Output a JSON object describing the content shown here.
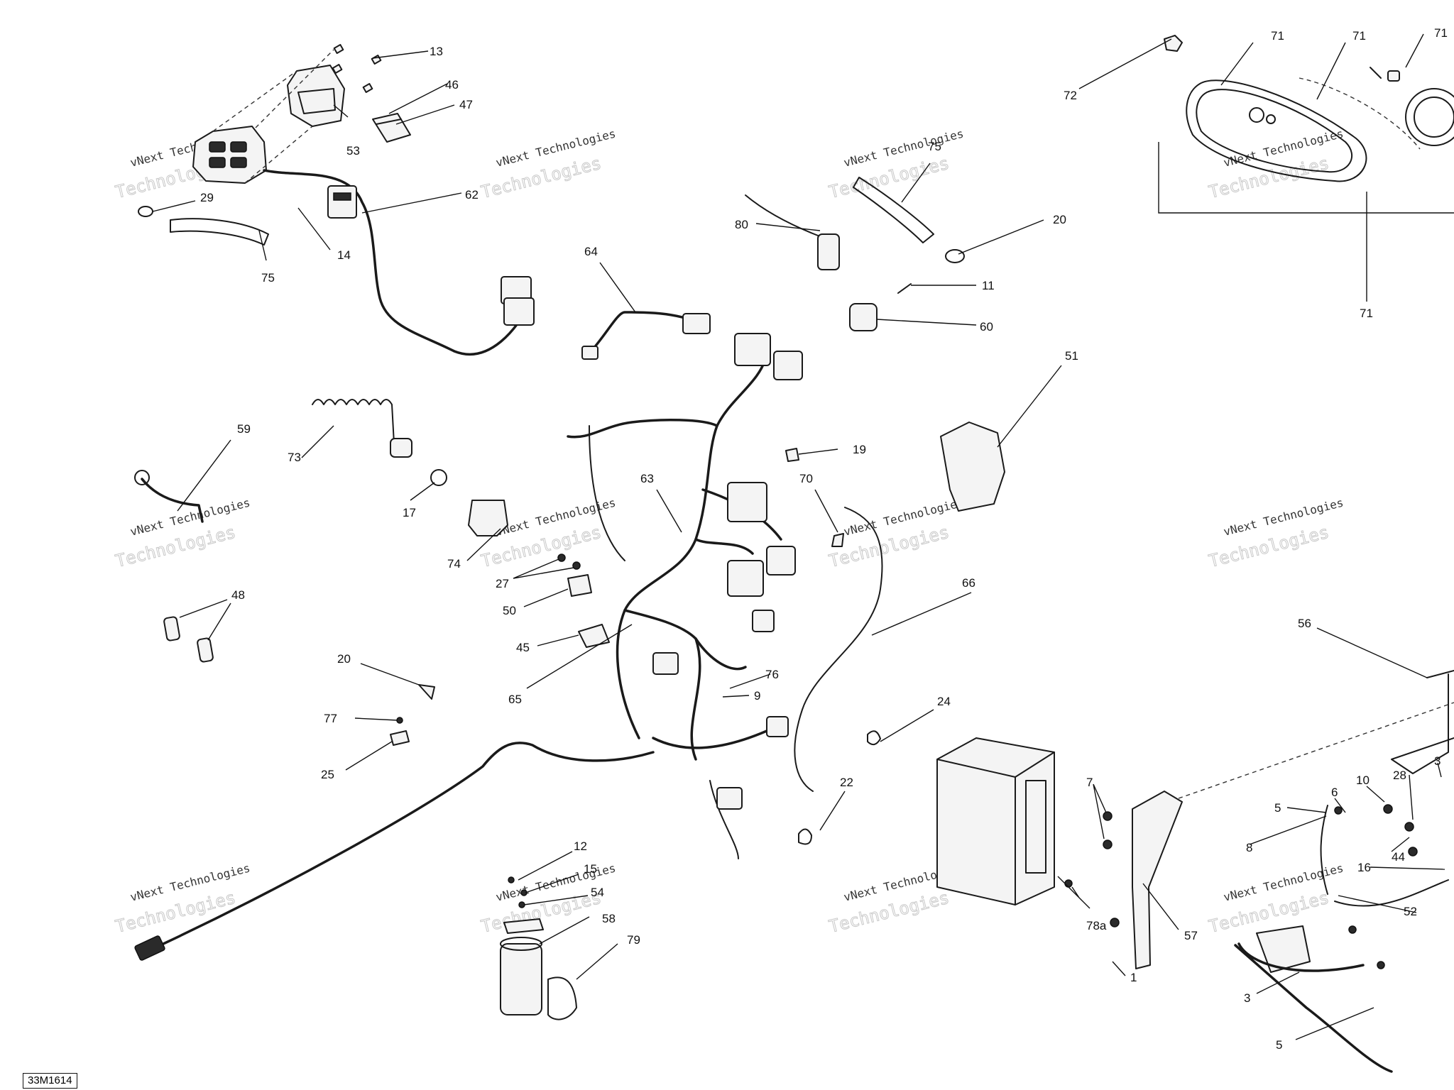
{
  "diagram": {
    "document_code": "33M1614",
    "watermark": {
      "line1": "vNext Technologies",
      "line2": "Technologies"
    },
    "callouts": [
      "13",
      "46",
      "47",
      "53",
      "29",
      "62",
      "14",
      "75",
      "71",
      "71",
      "71",
      "71",
      "72",
      "75",
      "20",
      "80",
      "11",
      "60",
      "64",
      "51",
      "59",
      "73",
      "19",
      "17",
      "63",
      "70",
      "74",
      "27",
      "50",
      "66",
      "48",
      "45",
      "65",
      "76",
      "9",
      "20",
      "77",
      "24",
      "25",
      "22",
      "56",
      "28",
      "3",
      "10",
      "6",
      "7",
      "5",
      "8",
      "44",
      "16",
      "52",
      "78a",
      "57",
      "1",
      "3",
      "5",
      "12",
      "15",
      "54",
      "58",
      "79"
    ]
  }
}
